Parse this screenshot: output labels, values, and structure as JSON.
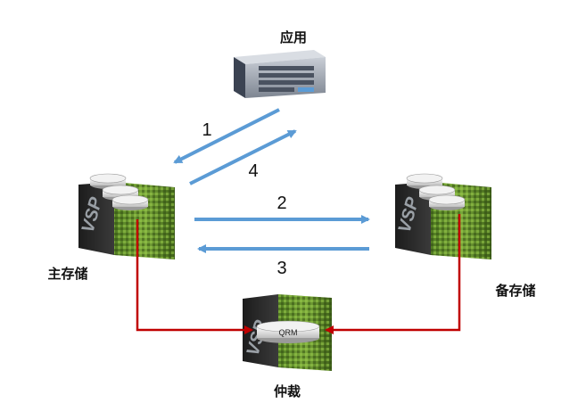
{
  "nodes": {
    "app": {
      "label": "应用"
    },
    "primary": {
      "label": "主存储",
      "badge": "VSP"
    },
    "secondary": {
      "label": "备存储",
      "badge": "VSP"
    },
    "quorum": {
      "label": "仲裁",
      "badge": "VSP",
      "disk_label": "QRM"
    }
  },
  "steps": [
    {
      "id": "1",
      "label": "1",
      "from": "app",
      "to": "primary"
    },
    {
      "id": "2",
      "label": "2",
      "from": "primary",
      "to": "secondary"
    },
    {
      "id": "3",
      "label": "3",
      "from": "secondary",
      "to": "primary"
    },
    {
      "id": "4",
      "label": "4",
      "from": "primary",
      "to": "app"
    }
  ],
  "colors": {
    "flow_arrow": "#5b9bd5",
    "quorum_link": "#c00000",
    "array_green": "#5a7d2a",
    "array_dark": "#2b2b2b"
  }
}
